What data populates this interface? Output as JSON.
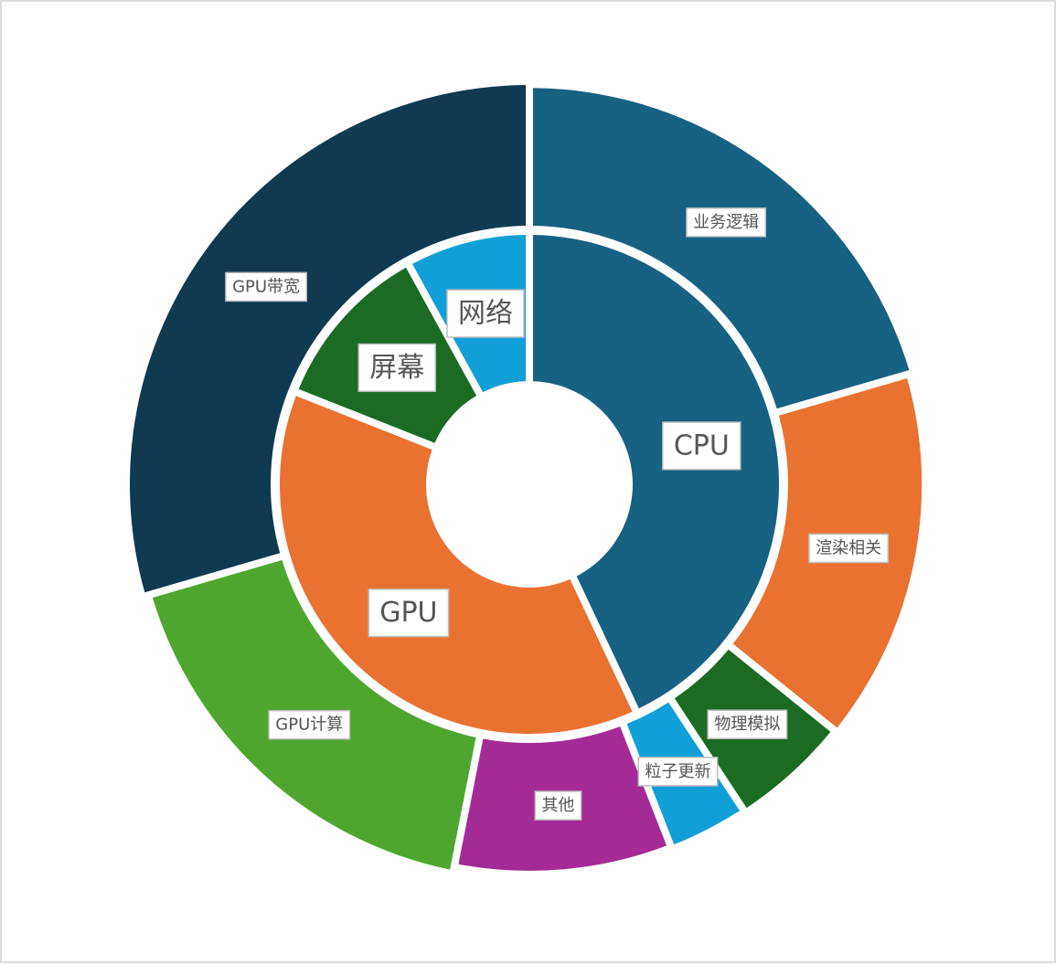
{
  "chart_data": {
    "type": "sunburst",
    "title": "",
    "inner": [
      {
        "name": "CPU",
        "value": 43,
        "color": "#176183"
      },
      {
        "name": "GPU",
        "value": 38,
        "color": "#e97231"
      },
      {
        "name": "屏幕",
        "value": 11,
        "color": "#1b6b23"
      },
      {
        "name": "网络",
        "value": 8,
        "color": "#119fd8"
      }
    ],
    "outer": [
      {
        "name": "业务逻辑",
        "parent": "CPU",
        "value": 16.6,
        "color": "#176183",
        "level": 0.81
      },
      {
        "name": "渲染相关",
        "parent": "CPU",
        "value": 12.4,
        "color": "#e97231",
        "level": 0.54
      },
      {
        "name": "物理模拟",
        "parent": "CPU",
        "value": 4,
        "color": "#1b6b23",
        "level": 0.38
      },
      {
        "name": "粒子更新",
        "parent": "CPU",
        "value": 2.7,
        "color": "#119fd8",
        "level": 0.28
      },
      {
        "name": "其他",
        "parent": "CPU",
        "value": 7.3,
        "color": "#a42b96",
        "level": 0.17
      },
      {
        "name": "GPU计算",
        "parent": "GPU",
        "value": 14.1,
        "color": "#4fa62f",
        "level": 0.61
      },
      {
        "name": "GPU带宽",
        "parent": "GPU",
        "value": 23.9,
        "color": "#0f3a51",
        "level": 1.0
      }
    ]
  }
}
